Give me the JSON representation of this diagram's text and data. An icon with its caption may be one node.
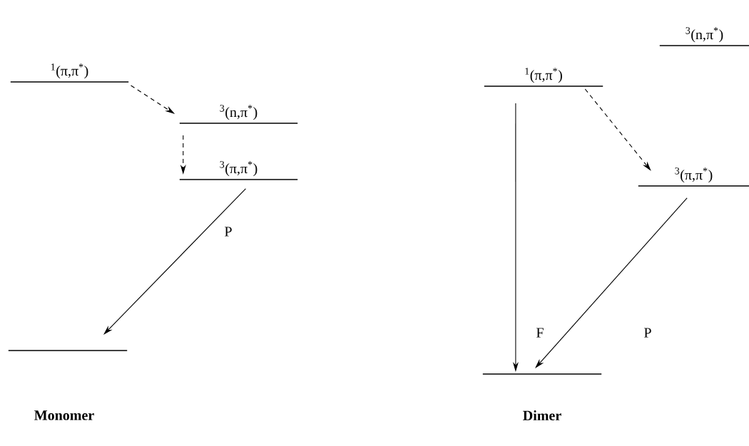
{
  "diagram": {
    "nodes": [
      {
        "text": [
          "$^{1}$(π,π$^{*}$)"
        ]
      },
      {
        "text": [
          "$^{3}$(n,π$^{*}$)"
        ]
      },
      {
        "text": [
          "$^{3}$(π,π$^{*}$)"
        ]
      },
      {
        "text": [],
        "shape": "bar"
      },
      {
        "text": [
          "$^{1}$(π,π$^{*}$)"
        ]
      },
      {
        "text": [
          "$^{3}$(n,π$^{*}$)"
        ]
      },
      {
        "text": [
          "$^{3}$(π,π$^{*}$)"
        ]
      },
      {
        "text": [],
        "shape": "bar"
      }
    ],
    "edges": [
      {
        "from": 0,
        "to": 1,
        "arrow": "to",
        "style": "dashed"
      },
      {
        "from": 1,
        "to": 2,
        "arrow": "to",
        "style": "dashed"
      },
      {
        "from": 2,
        "to": 3,
        "arrow": "to",
        "label": "P"
      },
      {
        "from": 4,
        "to": 7,
        "arrow": "to",
        "label": "F"
      },
      {
        "from": 4,
        "to": 6,
        "arrow": "to",
        "style": "dashed"
      },
      {
        "from": 6,
        "to": 7,
        "arrow": "to",
        "label": "P"
      }
    ],
    "labels": [
      "Monomer",
      "Dimer"
    ]
  }
}
